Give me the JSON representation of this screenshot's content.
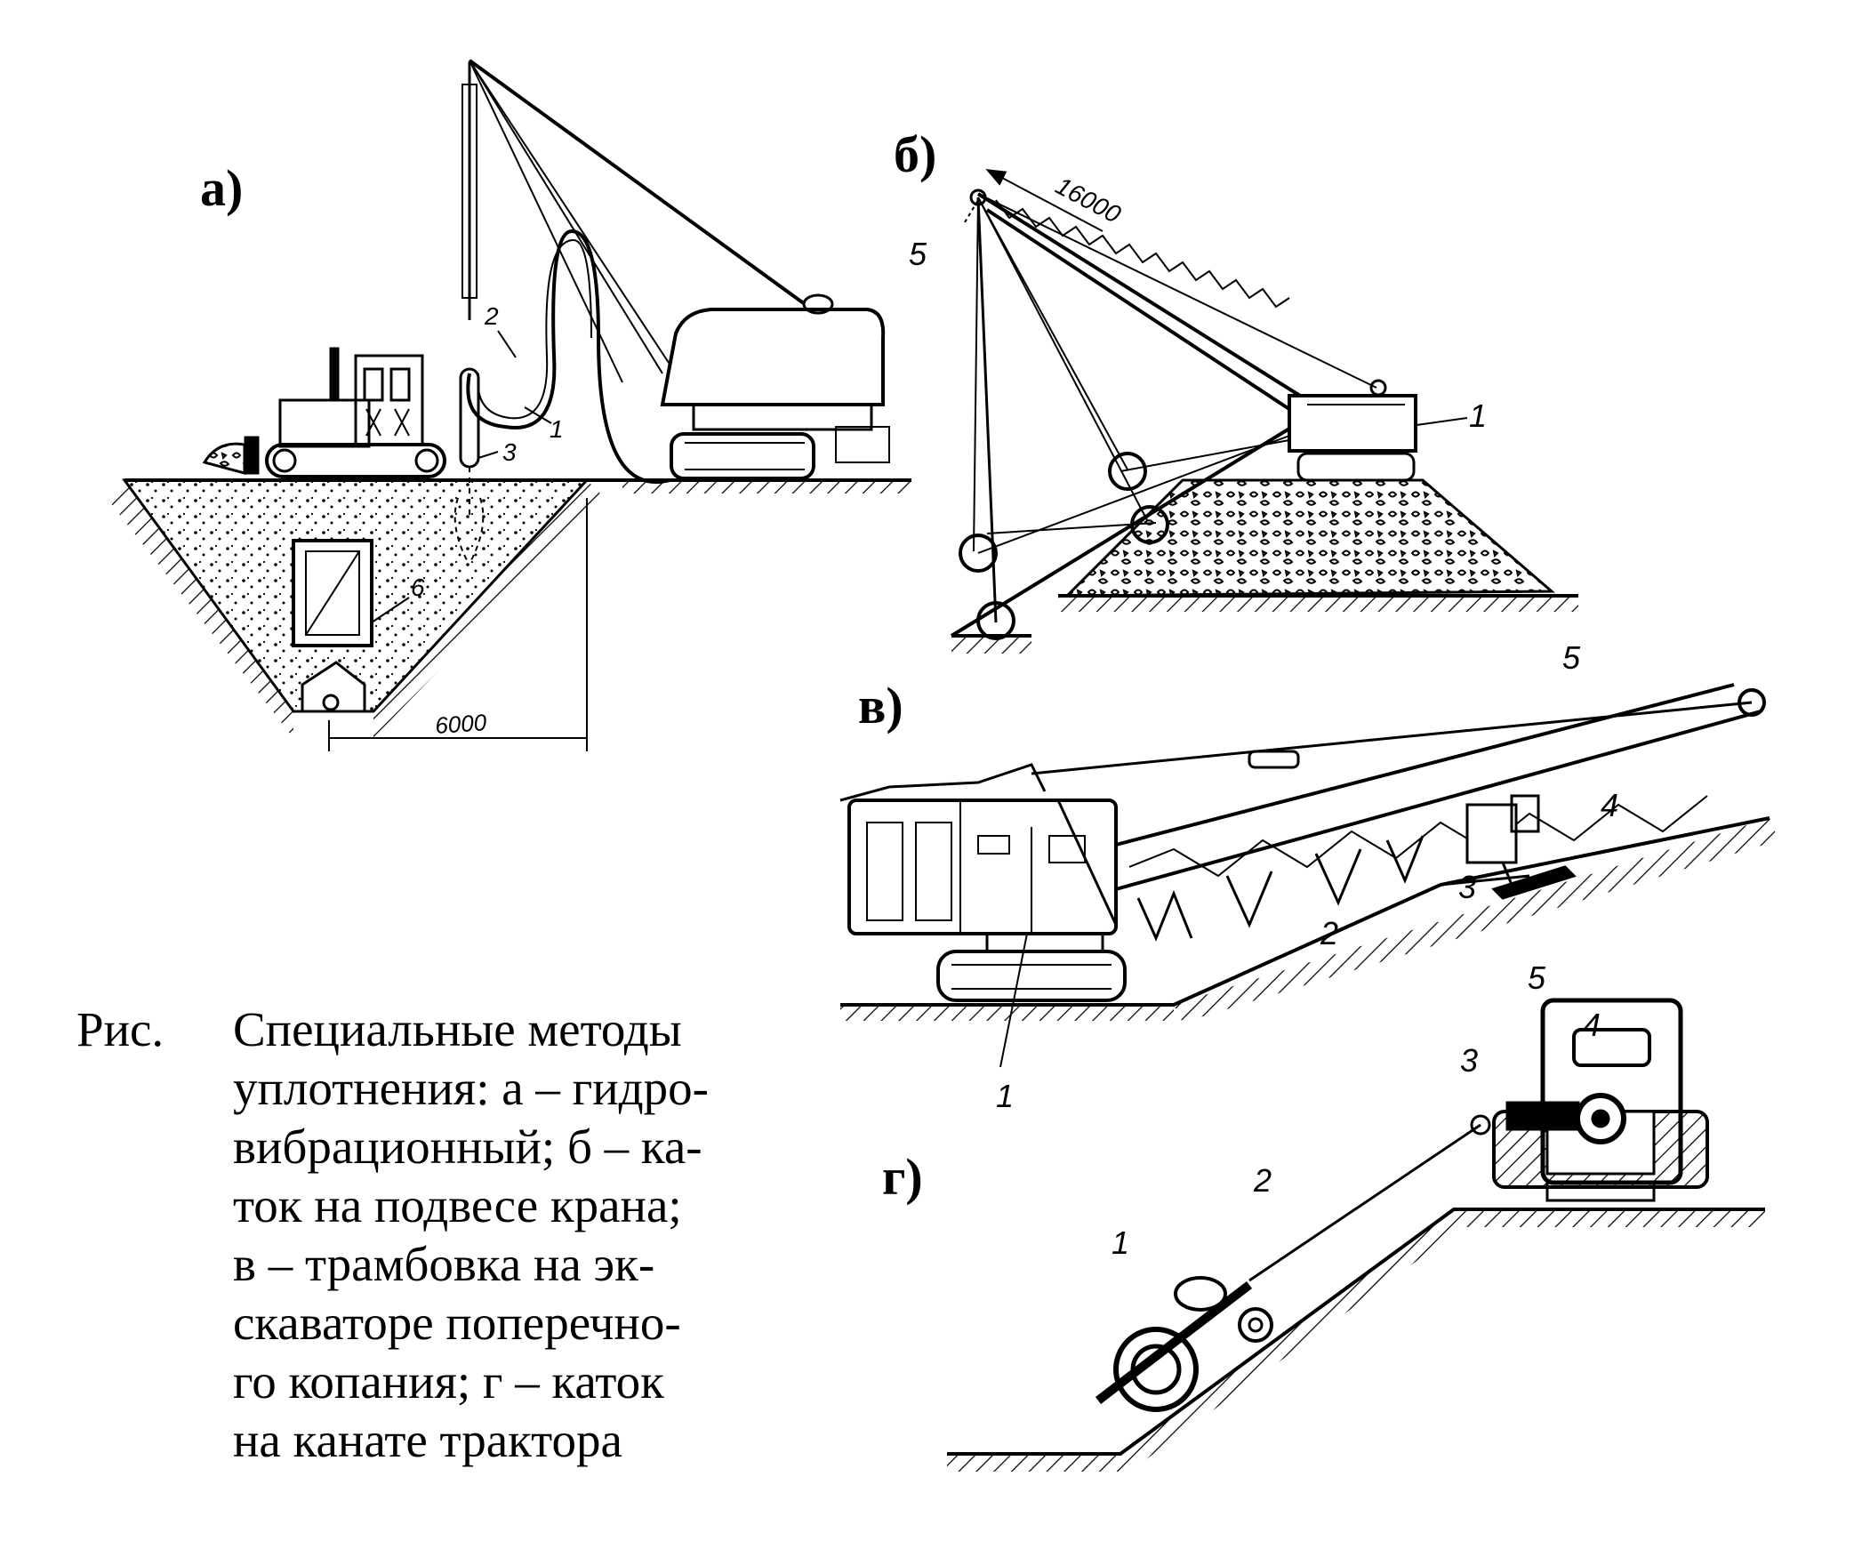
{
  "panels": {
    "a": {
      "label": "а)",
      "dimension": "6000",
      "callouts": [
        "1",
        "2",
        "3",
        "6"
      ]
    },
    "b": {
      "label": "б)",
      "dimension": "16000",
      "callouts": [
        "5",
        "1"
      ]
    },
    "v": {
      "label": "в)",
      "callouts": [
        "5",
        "4",
        "3",
        "2",
        "1"
      ]
    },
    "g": {
      "label": "г)",
      "callouts": [
        "5",
        "4",
        "3",
        "2",
        "1"
      ]
    }
  },
  "caption": {
    "label": "Рис.",
    "lines": [
      "Специальные методы",
      "уплотнения: а – гидро-",
      "вибрационный; б – ка-",
      "ток  на  подвесе крана;",
      "в – трамбовка  на   эк-",
      "скаваторе  поперечно-",
      "го копания;  г – каток",
      "на канате трактора"
    ]
  }
}
